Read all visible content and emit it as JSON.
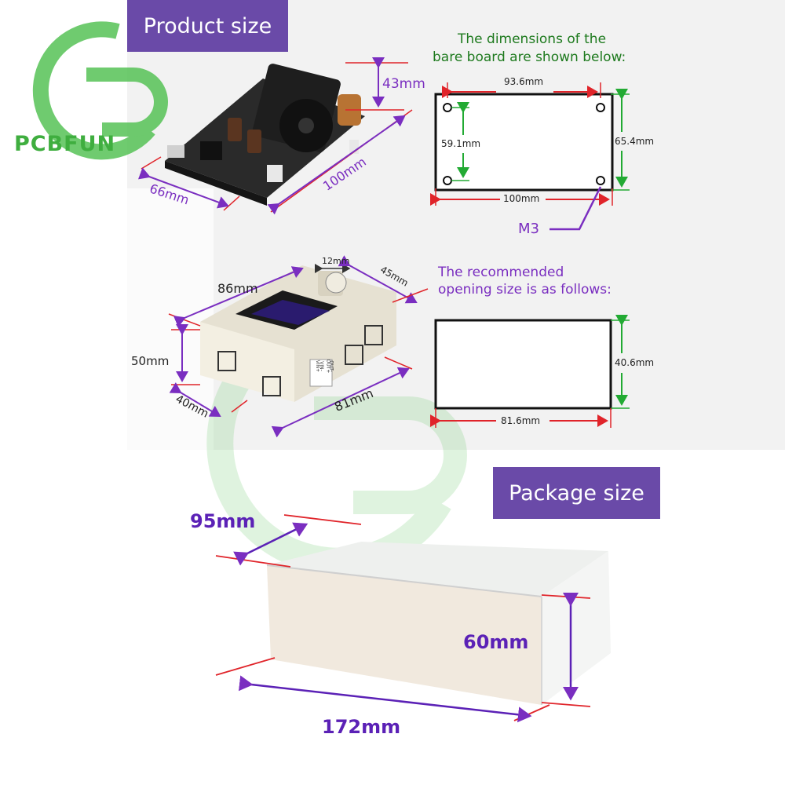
{
  "brand": {
    "name": "PCBFUN"
  },
  "product": {
    "banner": "Product size",
    "board_dims": {
      "height": "43mm",
      "depth": "66mm",
      "length": "100mm"
    },
    "housing_dims": {
      "knob": "12mm",
      "width": "86mm",
      "depth": "45mm",
      "height": "50mm",
      "front_depth": "40mm",
      "front_width": "81mm"
    },
    "housing_labels": [
      "VIN+",
      "VIN-",
      "OUT+",
      "OUT-"
    ]
  },
  "bare_board": {
    "caption_line1": "The dimensions of the",
    "caption_line2": "bare board are shown below:",
    "hole_spacing_x": "93.6mm",
    "hole_spacing_y": "59.1mm",
    "board_height": "65.4mm",
    "board_width": "100mm",
    "screw": "M3"
  },
  "opening": {
    "caption_line1": "The recommended",
    "caption_line2": "opening size is as follows:",
    "height": "40.6mm",
    "width": "81.6mm"
  },
  "package": {
    "banner": "Package size",
    "depth": "95mm",
    "height": "60mm",
    "length": "172mm"
  },
  "colors": {
    "banner": "#6a4aa8",
    "dim_purple": "#5b21b6",
    "marker_red": "#e0242a",
    "guide_green": "#22aa33",
    "caption_green": "#1e7a1e",
    "caption_purple": "#7a2ec0"
  }
}
